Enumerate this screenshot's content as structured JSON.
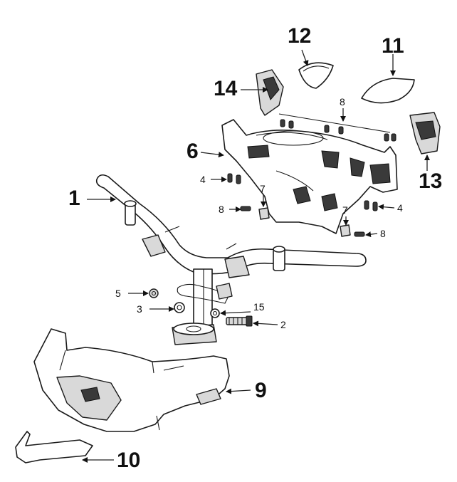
{
  "diagram": {
    "type": "exploded-parts-diagram",
    "callouts": [
      {
        "id": "1",
        "label": "1"
      },
      {
        "id": "2",
        "label": "2"
      },
      {
        "id": "3",
        "label": "3"
      },
      {
        "id": "4a",
        "label": "4"
      },
      {
        "id": "4b",
        "label": "4"
      },
      {
        "id": "5",
        "label": "5"
      },
      {
        "id": "6",
        "label": "6"
      },
      {
        "id": "7a",
        "label": "7"
      },
      {
        "id": "7b",
        "label": "7"
      },
      {
        "id": "8a",
        "label": "8"
      },
      {
        "id": "8b",
        "label": "8"
      },
      {
        "id": "8c",
        "label": "8"
      },
      {
        "id": "9",
        "label": "9"
      },
      {
        "id": "10",
        "label": "10"
      },
      {
        "id": "11",
        "label": "11"
      },
      {
        "id": "12",
        "label": "12"
      },
      {
        "id": "13",
        "label": "13"
      },
      {
        "id": "14",
        "label": "14"
      },
      {
        "id": "15",
        "label": "15"
      }
    ]
  }
}
